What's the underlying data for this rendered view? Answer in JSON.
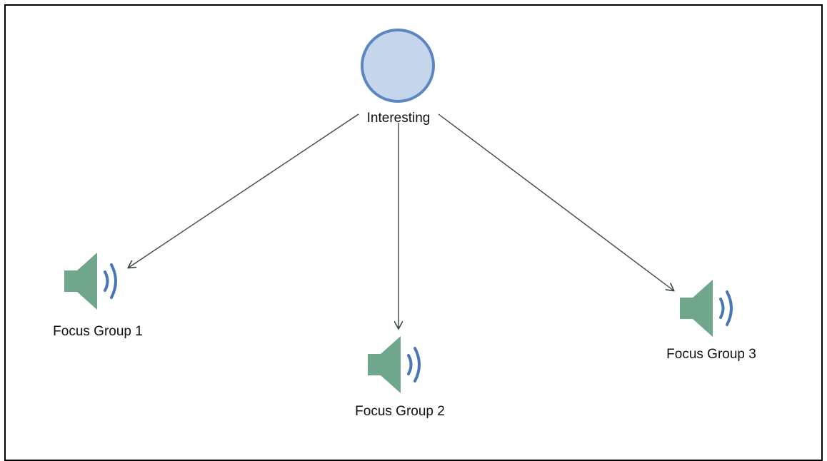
{
  "diagram": {
    "nodes": [
      {
        "id": "interesting",
        "kind": "code",
        "label": "Interesting"
      },
      {
        "id": "fg1",
        "kind": "audio",
        "label": "Focus Group 1"
      },
      {
        "id": "fg2",
        "kind": "audio",
        "label": "Focus Group 2"
      },
      {
        "id": "fg3",
        "kind": "audio",
        "label": "Focus Group 3"
      }
    ],
    "edges": [
      {
        "from": "interesting",
        "to": "fg1"
      },
      {
        "from": "interesting",
        "to": "fg2"
      },
      {
        "from": "interesting",
        "to": "fg3"
      }
    ],
    "colors": {
      "code_fill": "#c5d6ec",
      "code_stroke": "#5b86c1",
      "speaker_body": "#6fa68c",
      "speaker_waves": "#4b76b5",
      "edge": "#3a4648"
    },
    "icons": {
      "code": "circle-code-icon",
      "audio": "speaker-icon"
    }
  }
}
